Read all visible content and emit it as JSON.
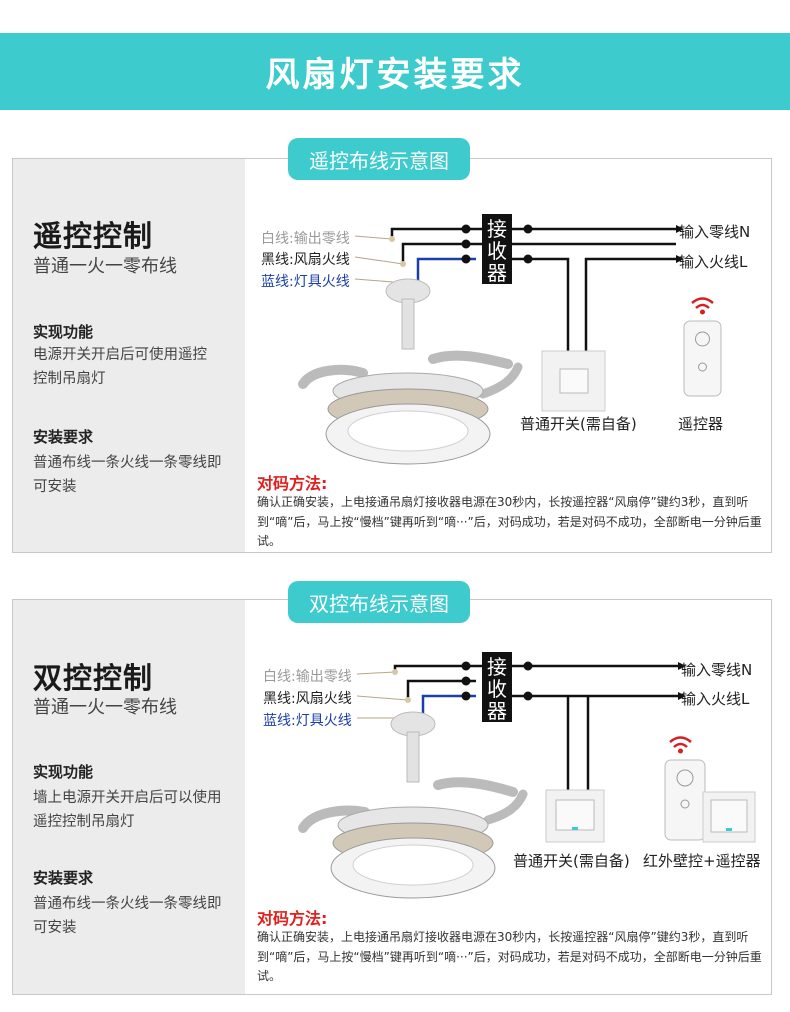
{
  "header": {
    "title": "风扇灯安装要求"
  },
  "panels": [
    {
      "pill": "遥控布线示意图",
      "title": "遥控控制",
      "subtitle": "普通一火一零布线",
      "feature_heading": "实现功能",
      "feature_text": "电源开关开启后可使用遥控控制吊扇灯",
      "req_heading": "安装要求",
      "req_text": "普通布线一条火线一条零线即可安装",
      "wire_white": "白线:输出零线",
      "wire_black": "黑线:风扇火线",
      "wire_blue": "蓝线:灯具火线",
      "receiver": "接收器",
      "input_neutral": "输入零线N",
      "input_live": "输入火线L",
      "switch_label": "普通开关(需自备)",
      "remote_label": "遥控器",
      "method_title": "对码方法:",
      "method_text": "确认正确安装，上电接通吊扇灯接收器电源在30秒内，长按遥控器“风扇停”键约3秒，直到听到“嘀”后，马上按“慢档”键再听到“嘀···”后，对码成功，若是对码不成功，全部断电一分钟后重试。"
    },
    {
      "pill": "双控布线示意图",
      "title": "双控控制",
      "subtitle": "普通一火一零布线",
      "feature_heading": "实现功能",
      "feature_text": "墙上电源开关开启后可以使用遥控控制吊扇灯",
      "req_heading": "安装要求",
      "req_text": "普通布线一条火线一条零线即可安装",
      "wire_white": "白线:输出零线",
      "wire_black": "黑线:风扇火线",
      "wire_blue": "蓝线:灯具火线",
      "receiver": "接收器",
      "input_neutral": "输入零线N",
      "input_live": "输入火线L",
      "switch_label": "普通开关(需自备)",
      "remote_label": "红外壁控+遥控器",
      "method_title": "对码方法:",
      "method_text": "确认正确安装，上电接通吊扇灯接收器电源在30秒内，长按遥控器“风扇停”键约3秒，直到听到“嘀”后，马上按“慢档”键再听到“嘀···”后，对码成功，若是对码不成功，全部断电一分钟后重试。"
    }
  ]
}
